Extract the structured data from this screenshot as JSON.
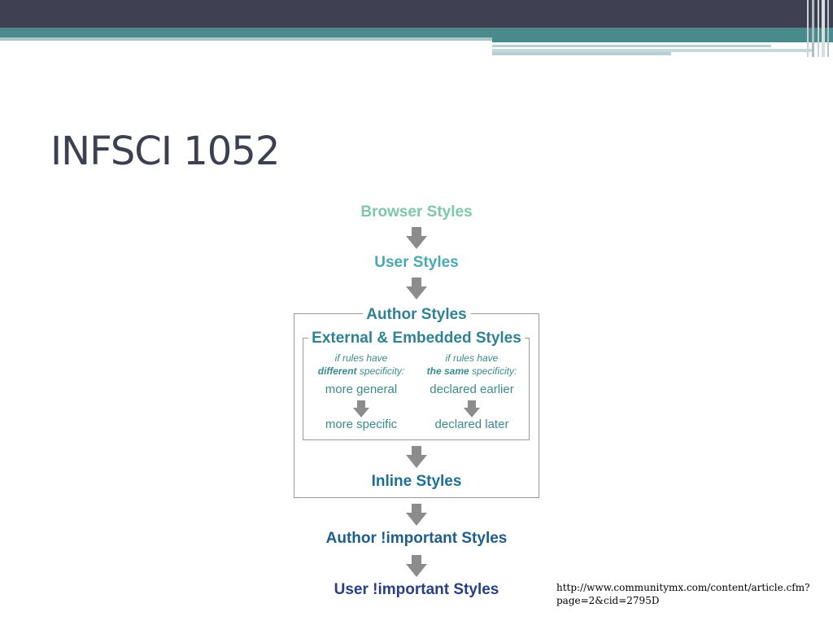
{
  "slide": {
    "title": "INFSCI 1052",
    "source_url": "http://www.communitymx.com/content/article.cfm?page=2&cid=2795D"
  },
  "diagram": {
    "browser_styles": "Browser Styles",
    "user_styles": "User Styles",
    "author_styles": "Author Styles",
    "external_embedded": "External & Embedded Styles",
    "left_note_line1": "if rules have",
    "left_note_bold": "different",
    "left_note_rest": " specificity:",
    "right_note_line1": "if rules have",
    "right_note_bold": "the same",
    "right_note_rest": " specificity:",
    "more_general": "more general",
    "more_specific": "more specific",
    "declared_earlier": "declared earlier",
    "declared_later": "declared later",
    "inline_styles": "Inline Styles",
    "author_important": "Author !important Styles",
    "user_important": "User !important Styles"
  },
  "colors": {
    "header_dark": "#3f4152",
    "header_teal": "#4b8a8c",
    "browser_styles": "#7cc8a8",
    "user_styles": "#4aa8b4",
    "author_styles": "#2f8194",
    "inline_styles": "#1e6e96",
    "author_important": "#1f5d8a",
    "user_important": "#283e86",
    "arrow_gray": "#8c8c8c"
  }
}
